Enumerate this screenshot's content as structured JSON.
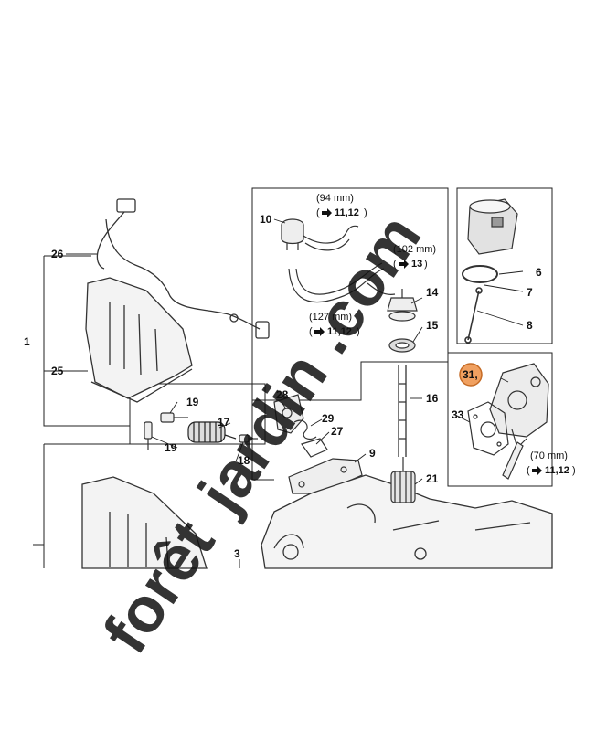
{
  "callouts": {
    "c1": "1",
    "c3": "3",
    "c6": "6",
    "c7": "7",
    "c8": "8",
    "c9": "9",
    "c10": "10",
    "c14": "14",
    "c15": "15",
    "c16": "16",
    "c17": "17",
    "c18": "18",
    "c19a": "19",
    "c19b": "19",
    "c21": "21",
    "c25": "25",
    "c26": "26",
    "c27": "27",
    "c28": "28",
    "c29": "29",
    "c31": "31,",
    "c33": "33"
  },
  "notes": {
    "n94": "(94 mm)",
    "n94ref": "11,12",
    "n102": "(102 mm)",
    "n102ref": "13",
    "n127": "(127 mm)",
    "n127ref": "11,12",
    "n70": "(70 mm)",
    "n70ref": "11,12"
  },
  "watermark": {
    "part1": "forêt",
    "part2": "jardin",
    "part3": ".com",
    "color_green": "#c8e39a",
    "color_orange": "#f6c98d",
    "color_gray": "#c9bfb0"
  },
  "highlight_color": "#f0a060"
}
